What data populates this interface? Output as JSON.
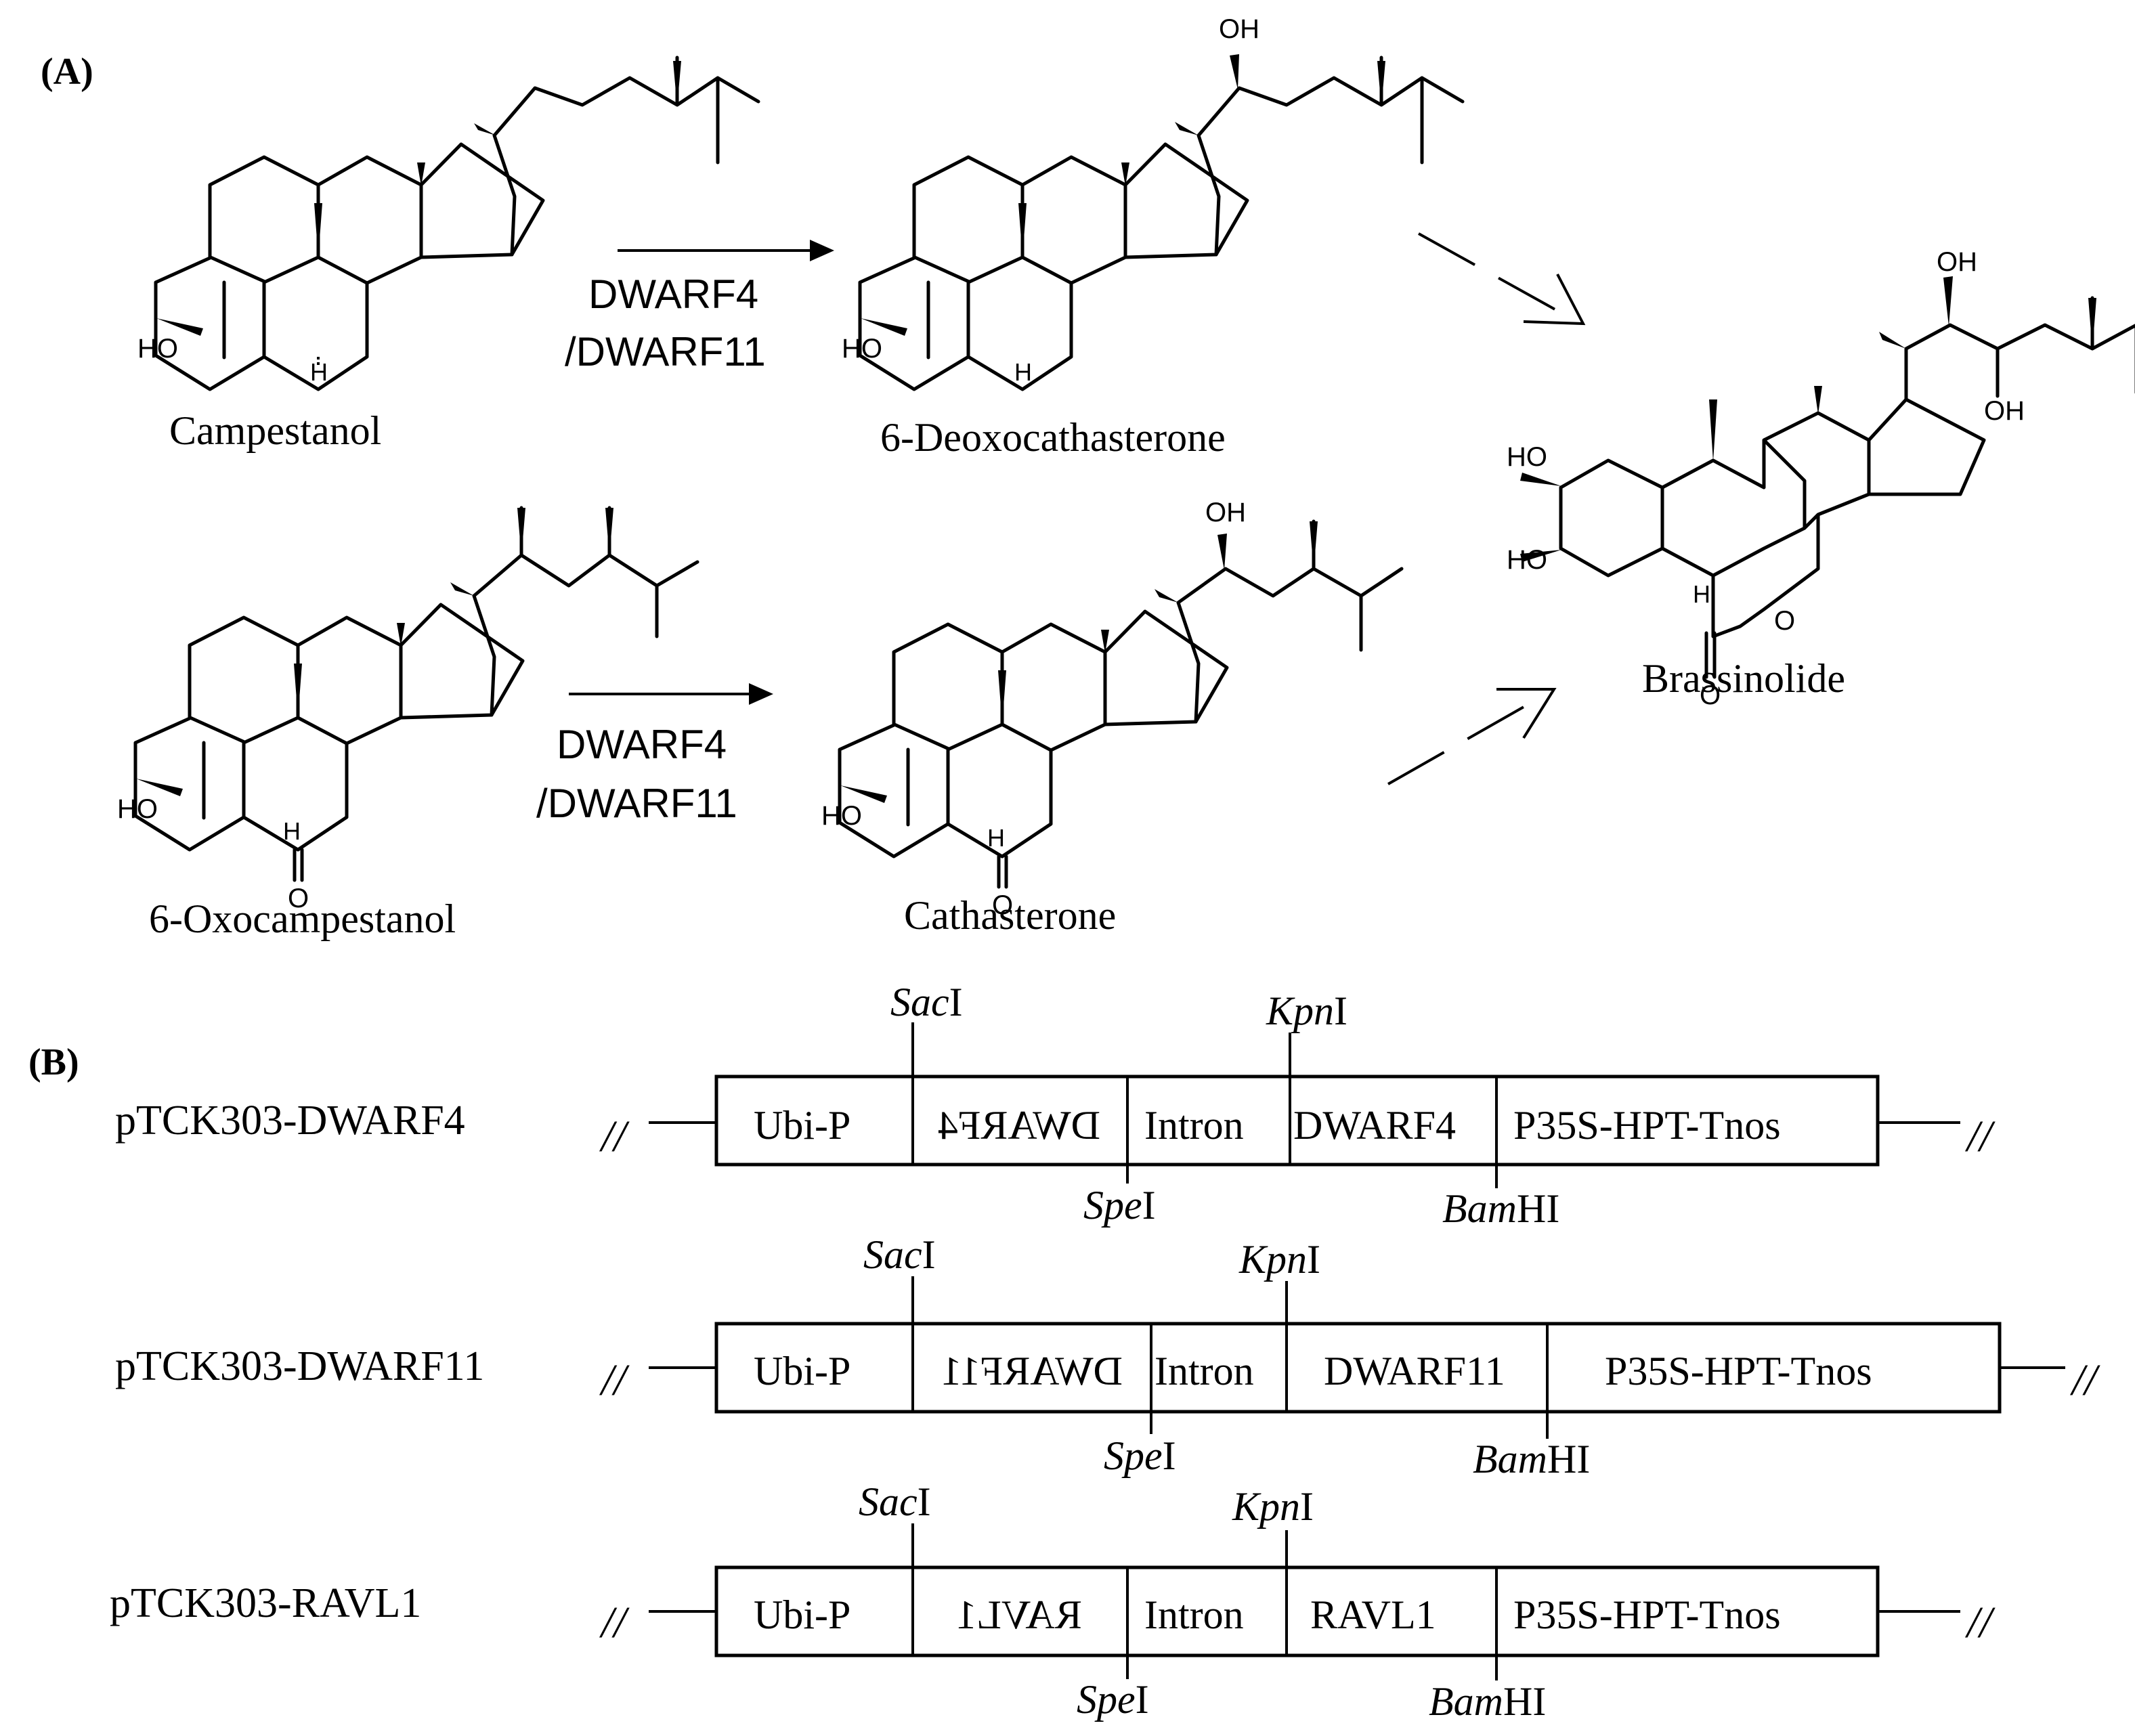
{
  "panels": {
    "a_label": "(A)",
    "b_label": "(B)"
  },
  "pathway": {
    "compounds": [
      "Campestanol",
      "6-Deoxocathasterone",
      "6-Oxocampestanol",
      "Cathasterone",
      "Brassinolide"
    ],
    "enzyme_top": [
      "DWARF4",
      "/DWARF11"
    ],
    "enzyme_bottom": [
      "DWARF4",
      "/DWARF11"
    ],
    "atoms": {
      "ho": "HO",
      "oh": "OH",
      "h": "H",
      "o": "O"
    }
  },
  "constructs": [
    {
      "name": "pTCK303-DWARF4",
      "segments": [
        "Ubi-P",
        "DWARF4",
        "Intron",
        "DWARF4",
        "P35S-HPT-Tnos"
      ],
      "sites": [
        "SacI",
        "SpeI",
        "KpnI",
        "BamHI"
      ]
    },
    {
      "name": "pTCK303-DWARF11",
      "segments": [
        "Ubi-P",
        "DWARF11",
        "Intron",
        "DWARF11",
        "P35S-HPT-Tnos"
      ],
      "sites": [
        "SacI",
        "SpeI",
        "KpnI",
        "BamHI"
      ]
    },
    {
      "name": "pTCK303-RAVL1",
      "segments": [
        "Ubi-P",
        "RAVL1",
        "Intron",
        "RAVL1",
        "P35S-HPT-Tnos"
      ],
      "sites": [
        "SacI",
        "SpeI",
        "KpnI",
        "BamHI"
      ]
    }
  ],
  "site_parts": {
    "sac": [
      "Sac",
      "I"
    ],
    "spe": [
      "Spe",
      "I"
    ],
    "kpn": [
      "Kpn",
      "I"
    ],
    "bam": [
      "Bam",
      "HI"
    ]
  },
  "break_mark": "//"
}
